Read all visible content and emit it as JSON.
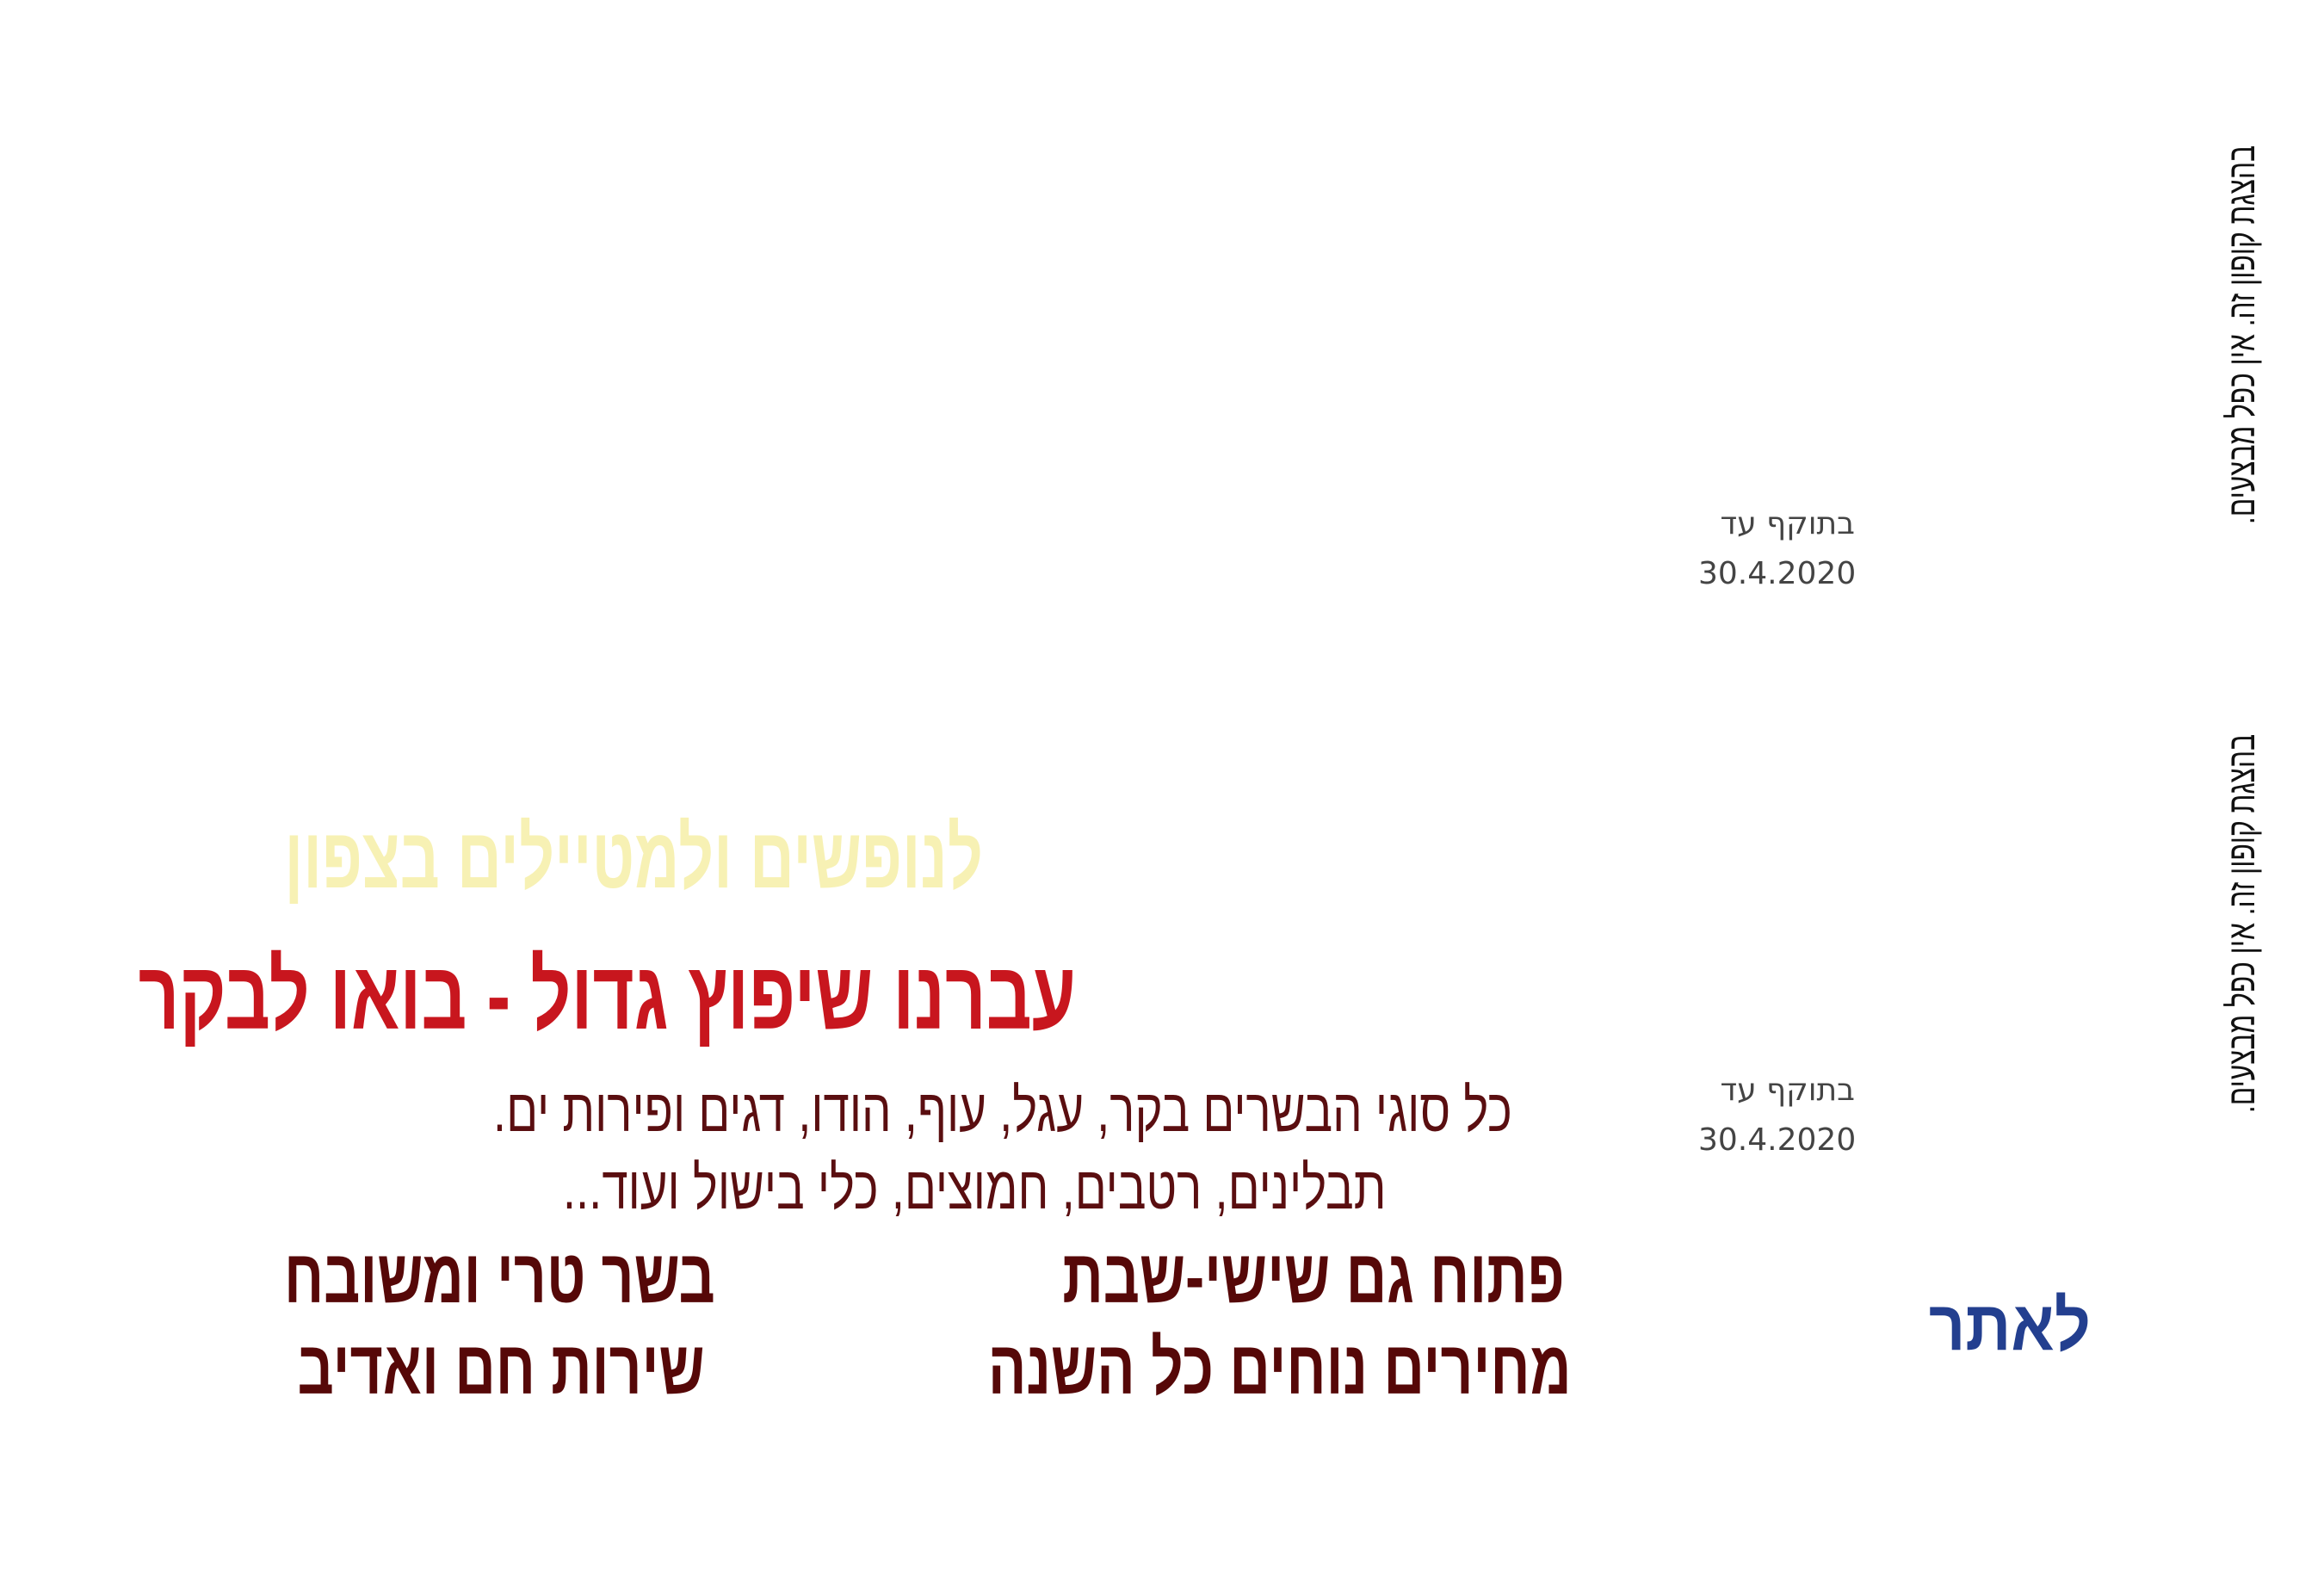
{
  "ad": {
    "tagline": "לנופשים ולמטיילים בצפון",
    "headline": "עברנו שיפוץ גדול - בואו לבקר",
    "description": [
      "כל סוגי הבשרים בקר, עגל, עוף, הודו, דגים ופירות ים.",
      "תבלינים, רטבים, חמוצים, כלי בישול ועוד..."
    ],
    "features": [
      "פתוח גם שישי-שבת",
      "בשר טרי ומשובח",
      "מחירים נוחים כל השנה",
      "שירות חם ואדיב"
    ]
  },
  "coupons": [
    {
      "valid_label": "בתוקף עד",
      "valid_date": "30.4.2020",
      "disclaimer": "בהצגת קופון זה. אין כפל מבצעים."
    },
    {
      "valid_label": "בתוקף עד",
      "valid_date": "30.4.2020",
      "disclaimer": "בהצגת קופון זה. אין כפל מבצעים."
    }
  ],
  "site_link": "לאתר",
  "colors": {
    "tagline": "#f7f1b4",
    "headline": "#c8161e",
    "body": "#560808",
    "link": "#233f8f"
  }
}
